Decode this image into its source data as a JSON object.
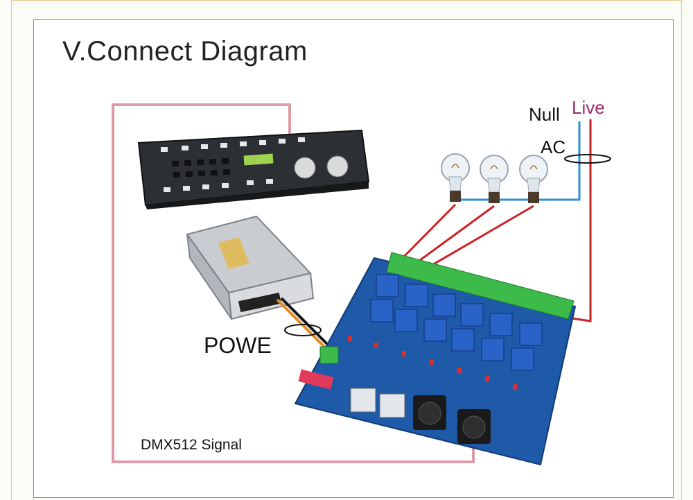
{
  "diagram": {
    "title": "V.Connect Diagram",
    "labels": {
      "null": "Null",
      "live": "Live",
      "ac": "AC",
      "power": "POWE",
      "signal": "DMX512 Signal"
    },
    "colors": {
      "signal_wire": "#e09aa6",
      "live_wire": "#cc2222",
      "null_wire": "#2b8fd6",
      "board": "#1e5aa8",
      "relay": "#2a63c7",
      "terminal": "#3dbb4a",
      "console": "#2c2f33"
    }
  }
}
